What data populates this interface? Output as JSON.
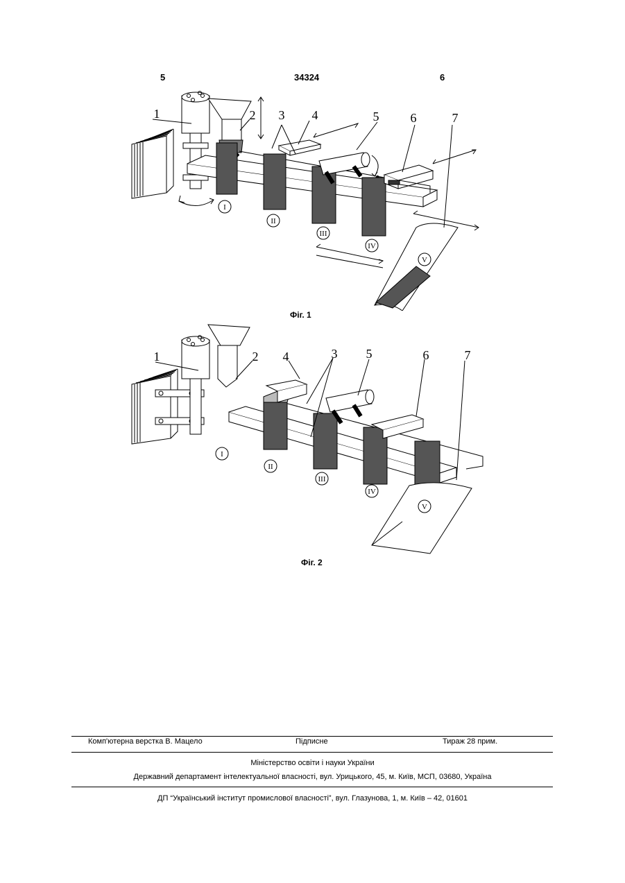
{
  "header": {
    "page_left": "5",
    "patent_number": "34324",
    "page_right": "6"
  },
  "figures": [
    {
      "caption": "Фіг. 1",
      "part_labels": [
        "1",
        "2",
        "3",
        "4",
        "5",
        "6",
        "7"
      ],
      "stage_labels": [
        "I",
        "II",
        "III",
        "IV",
        "V"
      ]
    },
    {
      "caption": "Фіг. 2",
      "part_labels": [
        "1",
        "2",
        "4",
        "3",
        "5",
        "6",
        "7"
      ],
      "stage_labels": [
        "I",
        "II",
        "III",
        "IV",
        "V"
      ]
    }
  ],
  "footer": {
    "typesetting": "Комп'ютерна верстка В. Мацело",
    "signed": "Підписне",
    "print_run": "Тираж 28 прим.",
    "ministry": "Міністерство освіти і науки України",
    "department": "Державний департамент інтелектуальної власності, вул. Урицького, 45, м. Київ, МСП, 03680, Україна",
    "institute": "ДП “Український інститут промислової власності”, вул. Глазунова, 1, м. Київ – 42, 01601"
  }
}
